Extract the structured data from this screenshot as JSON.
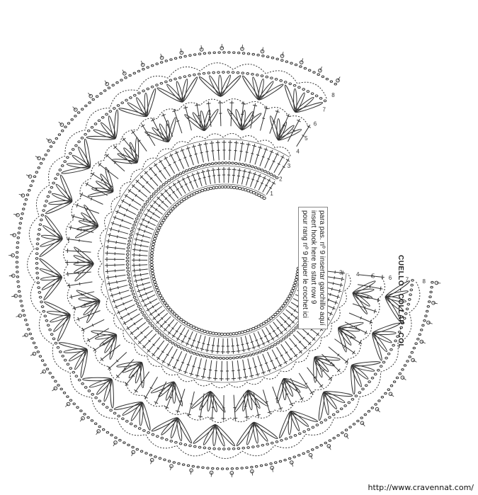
{
  "title": "CUELLO - COLLAR - COL",
  "note_lines": [
    "para pas. nº 9 insertar ganchillo aquí",
    "insert hook here to start row 9",
    "pour rang nº 9 piquer le crochet ici"
  ],
  "row_numbers": [
    "1",
    "2",
    "3",
    "4",
    "5",
    "6",
    "7",
    "8"
  ],
  "watermark": "http://www.cravennat.com/",
  "colors": {
    "ink": "#333333",
    "paper": "#ffffff"
  }
}
